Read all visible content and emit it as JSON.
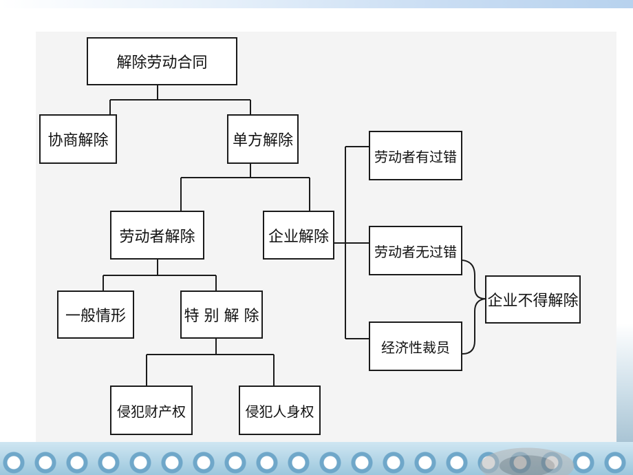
{
  "diagram": {
    "root": "解除劳动合同",
    "mutual": "协商解除",
    "unilateral": "单方解除",
    "worker": "劳动者解除",
    "employer": "企业解除",
    "general": "一般情形",
    "special": "特 别 解 除",
    "property": "侵犯财产权",
    "personal": "侵犯人身权",
    "fault": "劳动者有过错",
    "nofault": "劳动者无过错",
    "layoff": "经济性裁员",
    "forbidden": "企业不得解除"
  }
}
